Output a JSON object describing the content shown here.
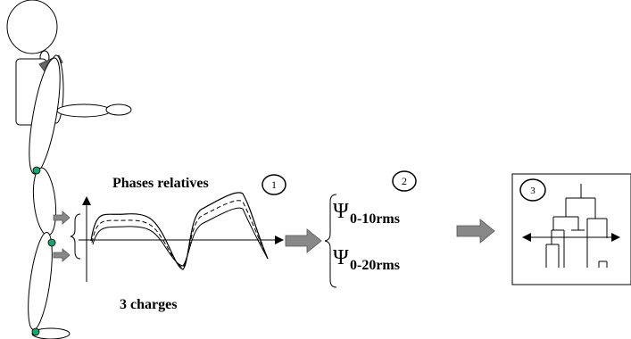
{
  "labels": {
    "phases": "Phases relatives",
    "charges": "3 charges",
    "psi_symbol": "Ψ",
    "psi1_sub": "0-10rms",
    "psi2_sub": "0-20rms"
  },
  "steps": [
    "1",
    "2",
    "3"
  ],
  "colors": {
    "marker": "#1aa36a",
    "arrow_fill": "#888888",
    "line": "#000000"
  }
}
